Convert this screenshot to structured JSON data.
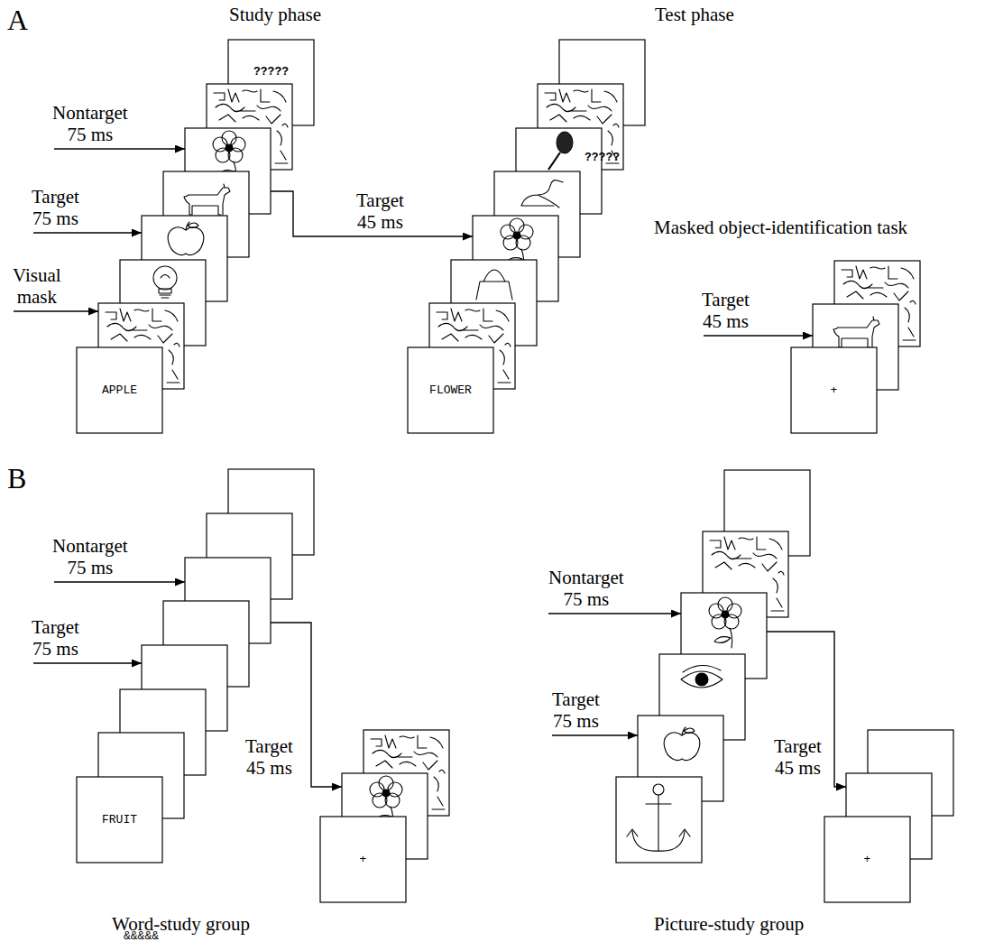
{
  "diagram": {
    "nodes": [
      {
        "text": [
          "APPLE"
        ]
      },
      {
        "text": [
          "?????"
        ]
      },
      {
        "text": [
          "FLOWER"
        ]
      },
      {
        "text": [
          "?????"
        ]
      },
      {
        "text": [
          "+"
        ]
      },
      {
        "text": [
          "FRUIT"
        ]
      },
      {
        "text": [
          "&&&&&"
        ]
      },
      {
        "text": [
          "anchor"
        ]
      },
      {
        "text": [
          "apple"
        ]
      },
      {
        "text": [
          "eye"
        ]
      },
      {
        "text": [
          "flower"
        ]
      },
      {
        "text": [
          "&&&&&"
        ]
      },
      {
        "text": [
          "?????"
        ]
      },
      {
        "text": [
          "+"
        ]
      },
      {
        "text": [
          "?????"
        ]
      },
      {
        "text": [
          "+"
        ]
      },
      {
        "text": [
          "flower"
        ]
      },
      {
        "text": [
          "&&&&&"
        ]
      }
    ],
    "labels": [
      "A",
      "Study phase",
      "Test phase",
      "Nontarget 75 ms",
      "Target 75 ms",
      "Visual mask",
      "Target 45 ms",
      "Masked object-identification task",
      "Target 45 ms",
      "B",
      "Nontarget 75 ms",
      "Target 75 ms",
      "Target 45 ms",
      "Nontarget 75 ms",
      "Target 75 ms",
      "Target 45 ms",
      "Word-study group",
      "Picture-study group"
    ]
  }
}
